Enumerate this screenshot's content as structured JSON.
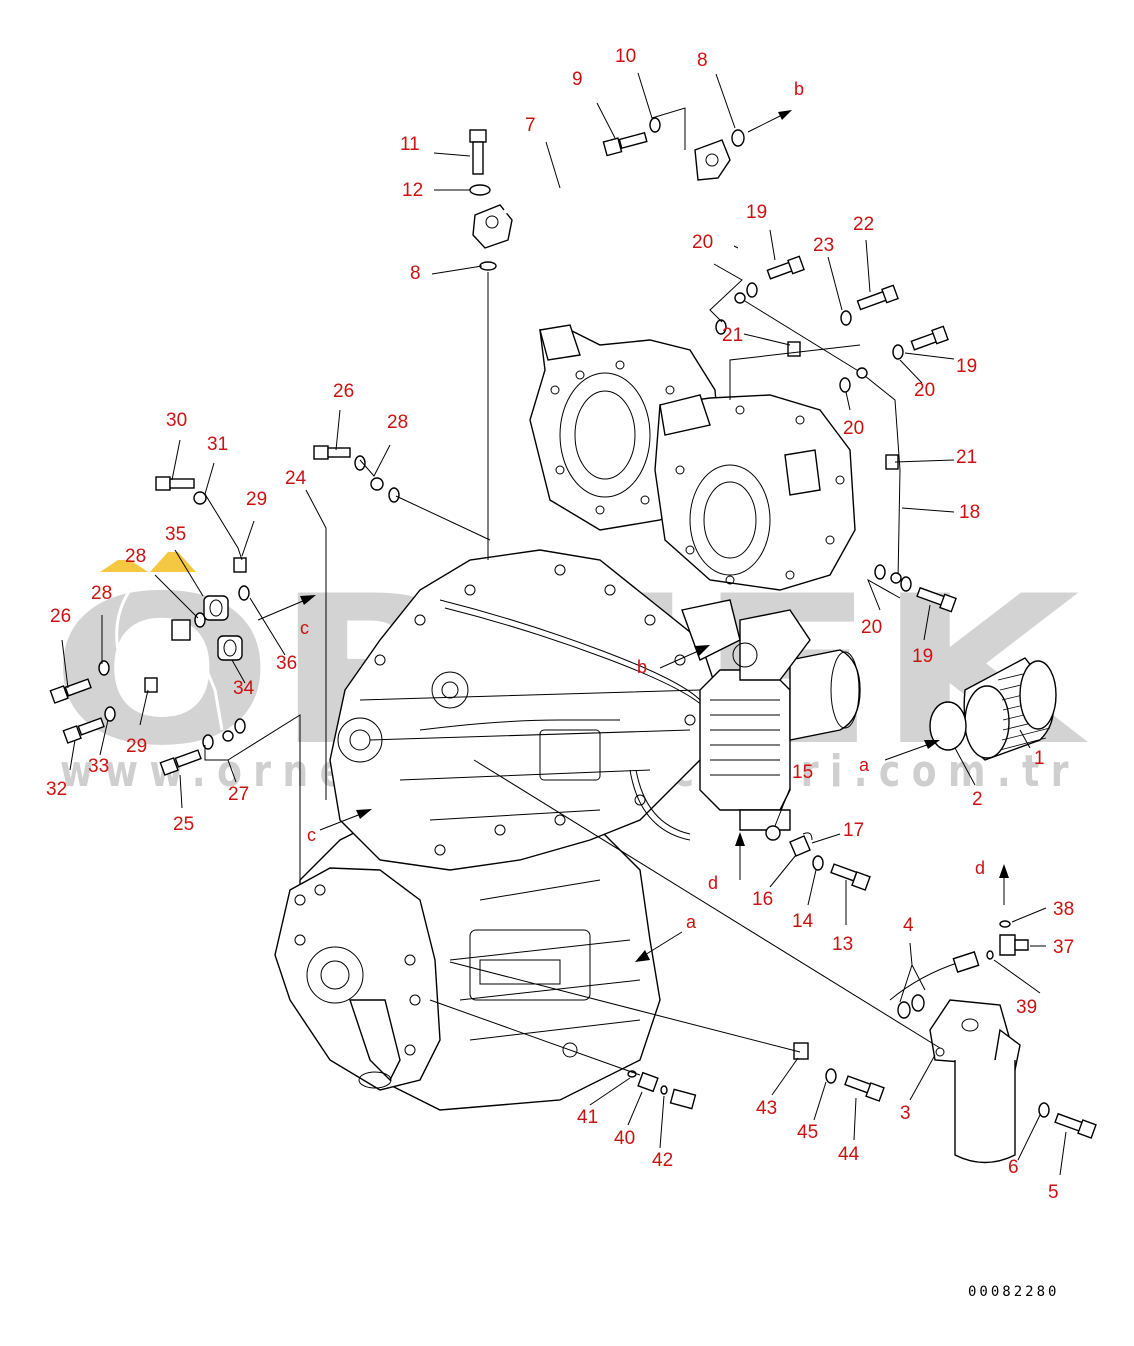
{
  "watermark": {
    "brand": "ORNEK",
    "url": "www.ornekyedekparcalari.com.tr",
    "brand_color": "#d3d3d3",
    "accent_color": "#f5c842"
  },
  "drawing_code": "00082280",
  "label_color": "#cc1111",
  "callouts": [
    {
      "id": "c11",
      "text": "11"
    },
    {
      "id": "c12",
      "text": "12"
    },
    {
      "id": "c7",
      "text": "7"
    },
    {
      "id": "c9",
      "text": "9"
    },
    {
      "id": "c10",
      "text": "10"
    },
    {
      "id": "c8a",
      "text": "8"
    },
    {
      "id": "c8b",
      "text": "8"
    },
    {
      "id": "c19a",
      "text": "19"
    },
    {
      "id": "c20a",
      "text": "20"
    },
    {
      "id": "c23",
      "text": "23"
    },
    {
      "id": "c22",
      "text": "22"
    },
    {
      "id": "c21a",
      "text": "21"
    },
    {
      "id": "c19b",
      "text": "19"
    },
    {
      "id": "c20b",
      "text": "20"
    },
    {
      "id": "c20c",
      "text": "20"
    },
    {
      "id": "c21b",
      "text": "21"
    },
    {
      "id": "c18",
      "text": "18"
    },
    {
      "id": "c20d",
      "text": "20"
    },
    {
      "id": "c19c",
      "text": "19"
    },
    {
      "id": "c1",
      "text": "1"
    },
    {
      "id": "c2",
      "text": "2"
    },
    {
      "id": "c30",
      "text": "30"
    },
    {
      "id": "c31",
      "text": "31"
    },
    {
      "id": "c26a",
      "text": "26"
    },
    {
      "id": "c28a",
      "text": "28"
    },
    {
      "id": "c24",
      "text": "24"
    },
    {
      "id": "c29a",
      "text": "29"
    },
    {
      "id": "c35",
      "text": "35"
    },
    {
      "id": "c28b",
      "text": "28"
    },
    {
      "id": "c28c",
      "text": "28"
    },
    {
      "id": "c26b",
      "text": "26"
    },
    {
      "id": "c36",
      "text": "36"
    },
    {
      "id": "c34",
      "text": "34"
    },
    {
      "id": "c29b",
      "text": "29"
    },
    {
      "id": "c32",
      "text": "32"
    },
    {
      "id": "c33",
      "text": "33"
    },
    {
      "id": "c25",
      "text": "25"
    },
    {
      "id": "c27",
      "text": "27"
    },
    {
      "id": "c15",
      "text": "15"
    },
    {
      "id": "c17",
      "text": "17"
    },
    {
      "id": "c16",
      "text": "16"
    },
    {
      "id": "c14",
      "text": "14"
    },
    {
      "id": "c13",
      "text": "13"
    },
    {
      "id": "c4",
      "text": "4"
    },
    {
      "id": "c38",
      "text": "38"
    },
    {
      "id": "c37",
      "text": "37"
    },
    {
      "id": "c39",
      "text": "39"
    },
    {
      "id": "c3",
      "text": "3"
    },
    {
      "id": "c6",
      "text": "6"
    },
    {
      "id": "c5",
      "text": "5"
    },
    {
      "id": "c41",
      "text": "41"
    },
    {
      "id": "c40",
      "text": "40"
    },
    {
      "id": "c42",
      "text": "42"
    },
    {
      "id": "c43",
      "text": "43"
    },
    {
      "id": "c45",
      "text": "45"
    },
    {
      "id": "c44",
      "text": "44"
    }
  ],
  "arrow_labels": [
    {
      "id": "ab1",
      "text": "b"
    },
    {
      "id": "ab2",
      "text": "b"
    },
    {
      "id": "ac1",
      "text": "c"
    },
    {
      "id": "ac2",
      "text": "c"
    },
    {
      "id": "aa1",
      "text": "a"
    },
    {
      "id": "aa2",
      "text": "a"
    },
    {
      "id": "ad1",
      "text": "d"
    },
    {
      "id": "ad2",
      "text": "d"
    }
  ]
}
